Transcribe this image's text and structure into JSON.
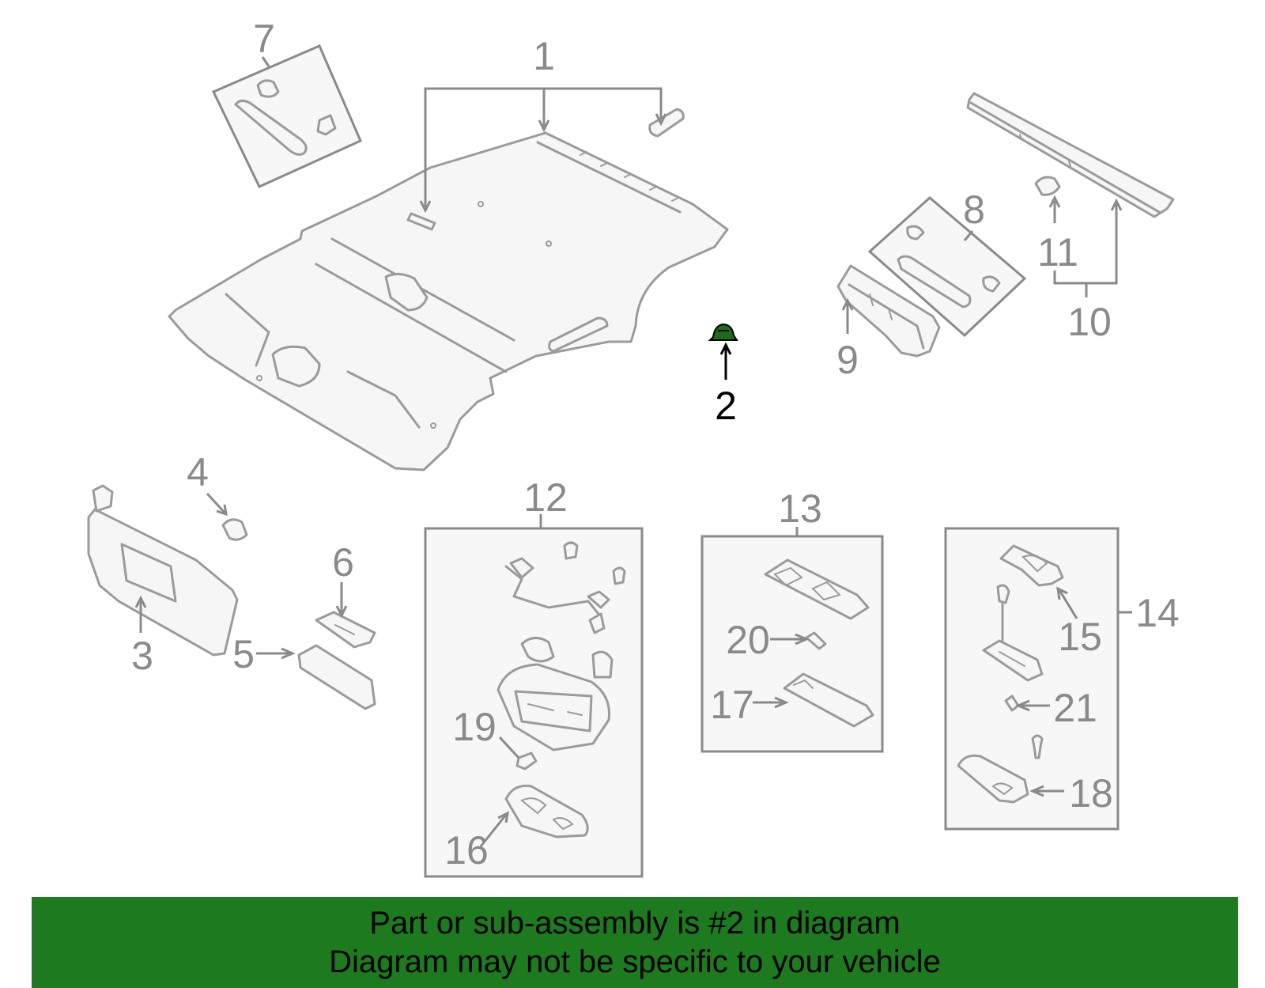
{
  "diagram": {
    "callouts": {
      "c1": "1",
      "c2": "2",
      "c3": "3",
      "c4": "4",
      "c5": "5",
      "c6": "6",
      "c7": "7",
      "c8": "8",
      "c9": "9",
      "c10": "10",
      "c11": "11",
      "c12": "12",
      "c13": "13",
      "c14": "14",
      "c15": "15",
      "c16": "16",
      "c17": "17",
      "c18": "18",
      "c19": "19",
      "c20": "20",
      "c21": "21"
    },
    "highlighted_part": "2",
    "colors": {
      "line": "#9b9b9b",
      "highlight_part": "#1e6b1e",
      "banner_bg": "#1e7a1e",
      "banner_text": "#000000"
    }
  },
  "banner": {
    "line1": "Part or sub-assembly is #2 in diagram",
    "line2": "Diagram may not be specific to your vehicle"
  }
}
